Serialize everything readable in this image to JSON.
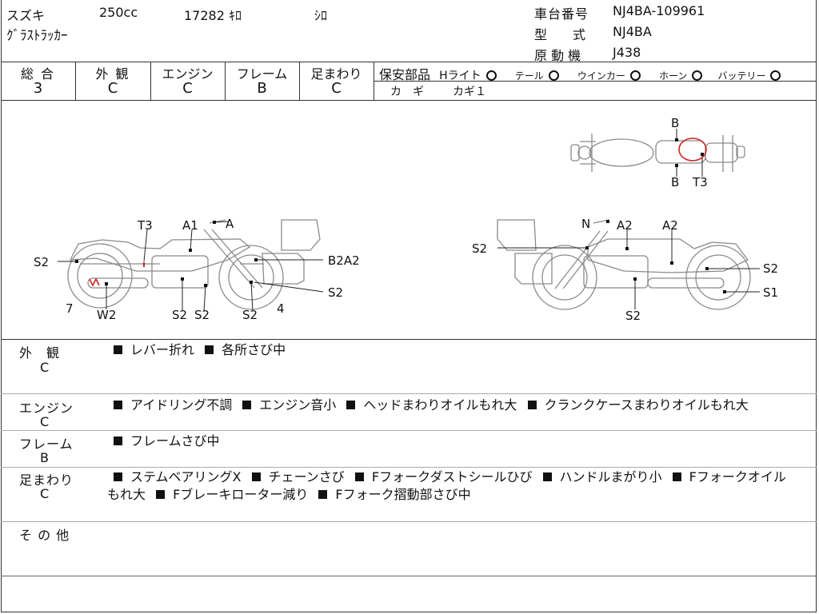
{
  "header": {
    "maker": "スズキ",
    "displacement": "250cc",
    "mileage": "17282 ｷﾛ",
    "color": "ｼﾛ",
    "model_name": "ｸﾞﾗｽﾄﾗｯｶｰ",
    "frame_no_label": "車台番号",
    "frame_no": "NJ4BA-109961",
    "type_label": "型　　式",
    "type_value": "NJ4BA",
    "engine_label": "原 動 機",
    "engine_value": "J438"
  },
  "grades": [
    {
      "label": "総 合",
      "value": "3"
    },
    {
      "label": "外 観",
      "value": "C"
    },
    {
      "label": "エンジン",
      "value": "C"
    },
    {
      "label": "フレーム",
      "value": "B"
    },
    {
      "label": "足まわり",
      "value": "C"
    }
  ],
  "safety": {
    "label": "保安部品",
    "items": [
      "Hライト",
      "テール",
      "ウインカー",
      "ホーン",
      "バッテリー"
    ],
    "key_label": "カ　ギ",
    "key_value": "カギ１"
  },
  "diagram": {
    "labels": {
      "top_b1": "B",
      "top_b2": "B",
      "top_t3": "T3",
      "l_t3": "T3",
      "l_a1": "A1",
      "l_a": "A",
      "l_s2_left": "S2",
      "l_b2a2": "B2A2",
      "l_s2_right": "S2",
      "l_7": "7",
      "l_w2": "W2",
      "l_s2_a": "S2",
      "l_s2_b": "S2",
      "l_s2_c": "S2",
      "l_4": "4",
      "r_n": "N",
      "r_a2a": "A2",
      "r_a2b": "A2",
      "r_s2_left": "S2",
      "r_s2_right": "S2",
      "r_s1": "S1",
      "r_s2_bottom": "S2"
    },
    "colors": {
      "mark": "#cc2222",
      "line": "#888888"
    }
  },
  "sections": [
    {
      "title": "外　観",
      "grade": "C",
      "lines": [
        [
          "レバー折れ",
          "各所さび中"
        ]
      ]
    },
    {
      "title": "エンジン",
      "grade": "C",
      "lines": [
        [
          "アイドリング不調",
          "エンジン音小",
          "ヘッドまわりオイルもれ大",
          "クランクケースまわりオイルもれ大"
        ]
      ]
    },
    {
      "title": "フレーム",
      "grade": "B",
      "lines": [
        [
          "フレームさび中"
        ]
      ]
    },
    {
      "title": "足まわり",
      "grade": "C",
      "lines": [
        [
          "ステムベアリングX",
          "チェーンさび",
          "Fフォークダストシールひび",
          "ハンドルまがり小",
          "Fフォークオイル"
        ],
        [
          "もれ大",
          "Fブレーキローター減り",
          "Fフォーク摺動部さび中"
        ]
      ]
    },
    {
      "title": "そ の 他",
      "grade": "",
      "lines": []
    }
  ]
}
